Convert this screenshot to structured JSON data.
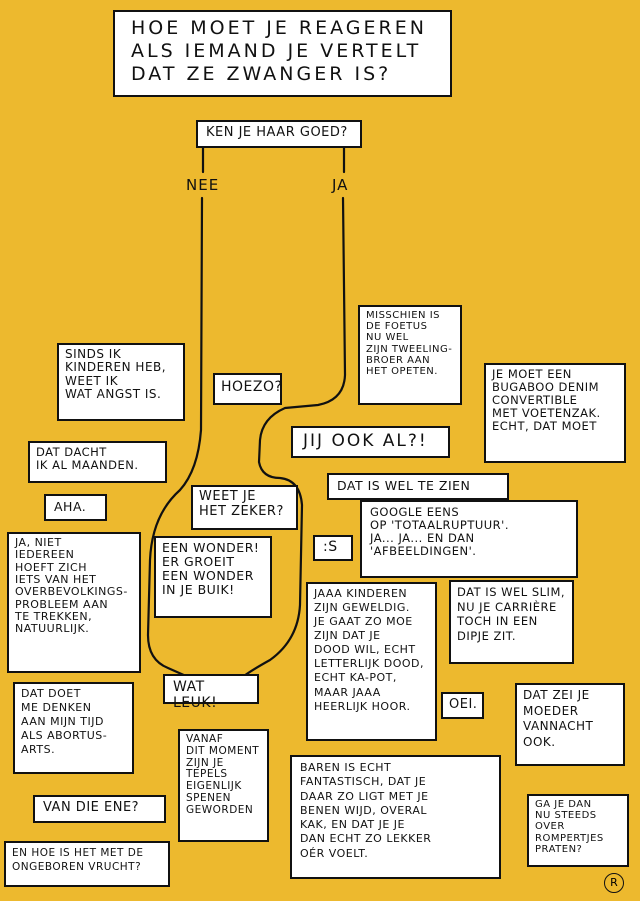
{
  "title": "HOE MOET JE REAGEREN\nALS IEMAND JE VERTELT\nDAT ZE ZWANGER IS?",
  "question": "KEN JE HAAR GOED?",
  "branch_no": "NEE",
  "branch_yes": "JA",
  "boxes": {
    "sinds": "SINDS IK\nKINDEREN HEB,\nWEET IK\nWAT ANGST IS.",
    "hoezo": "HOEZO?",
    "misschien": "MISSCHIEN IS\nDE FOETUS\nNU WEL\nZIJN TWEELING-\nBROER AAN\nHET OPETEN.",
    "bugaboo": "JE MOET EEN\nBUGABOO DENIM\nCONVERTIBLE\nMET VOETENZAK.\nECHT, DAT MOET",
    "jijookal": "JIJ OOK AL?!",
    "dachtik": "DAT DACHT\nIK AL MAANDEN.",
    "welte": "DAT IS WEL TE ZIEN",
    "aha": "AHA.",
    "weetje": "WEET JE\nHET ZEKER?",
    "google": "GOOGLE EENS\nOP 'TOTAALRUPTUUR'.\nJA... JA... EN DAN\n'AFBEELDINGEN'.",
    "ja_niet": "JA, NIET\nIEDEREEN\nHOEFT ZICH\nIETS VAN HET\nOVERBEVOLKINGS-\nPROBLEEM AAN\nTE TREKKEN,\nNATUURLIJK.",
    "wonder": "EEN WONDER!\nER GROEIT\nEEN WONDER\nIN JE BUIK!",
    "smiley": ":S",
    "jaaa": "JAAA KINDEREN\nZIJN GEWELDIG.\nJE GAAT ZO MOE\nZIJN DAT JE\nDOOD WIL, ECHT\nLETTERLIJK DOOD,\nECHT KA-POT,\nMAAR JAAA\nHEERLIJK HOOR.",
    "slim": "DAT IS WEL SLIM,\nNU JE CARRIÈRE\nTOCH IN EEN\nDIPJE ZIT.",
    "watleuk": "WAT LEUK!",
    "oei": "OEI.",
    "moeder": "DAT ZEI JE\nMOEDER\nVANNACHT\nOOK.",
    "abortus": "DAT DOET\nME DENKEN\nAAN MIJN TIJD\nALS ABORTUS-\nARTS.",
    "vanaf": "VANAF\nDIT MOMENT\nZIJN JE\nTEPELS\nEIGENLIJK\nSPENEN\nGEWORDEN",
    "baren": "BAREN IS ECHT\nFANTASTISCH, DAT JE\nDAAR ZO LIGT MET JE\nBENEN WIJD, OVERAL\nKAK, EN DAT JE JE\nDAN ECHT ZO LEKKER\nOÉR VOELT.",
    "vandie": "VAN DIE ENE?",
    "gaje": "GA JE DAN\nNU STEEDS\nOVER\nROMPERTJES\nPRATEN?",
    "enhoe": "EN HOE IS HET MET DE\nONGEBOREN VRUCHT?"
  },
  "signature": "R"
}
